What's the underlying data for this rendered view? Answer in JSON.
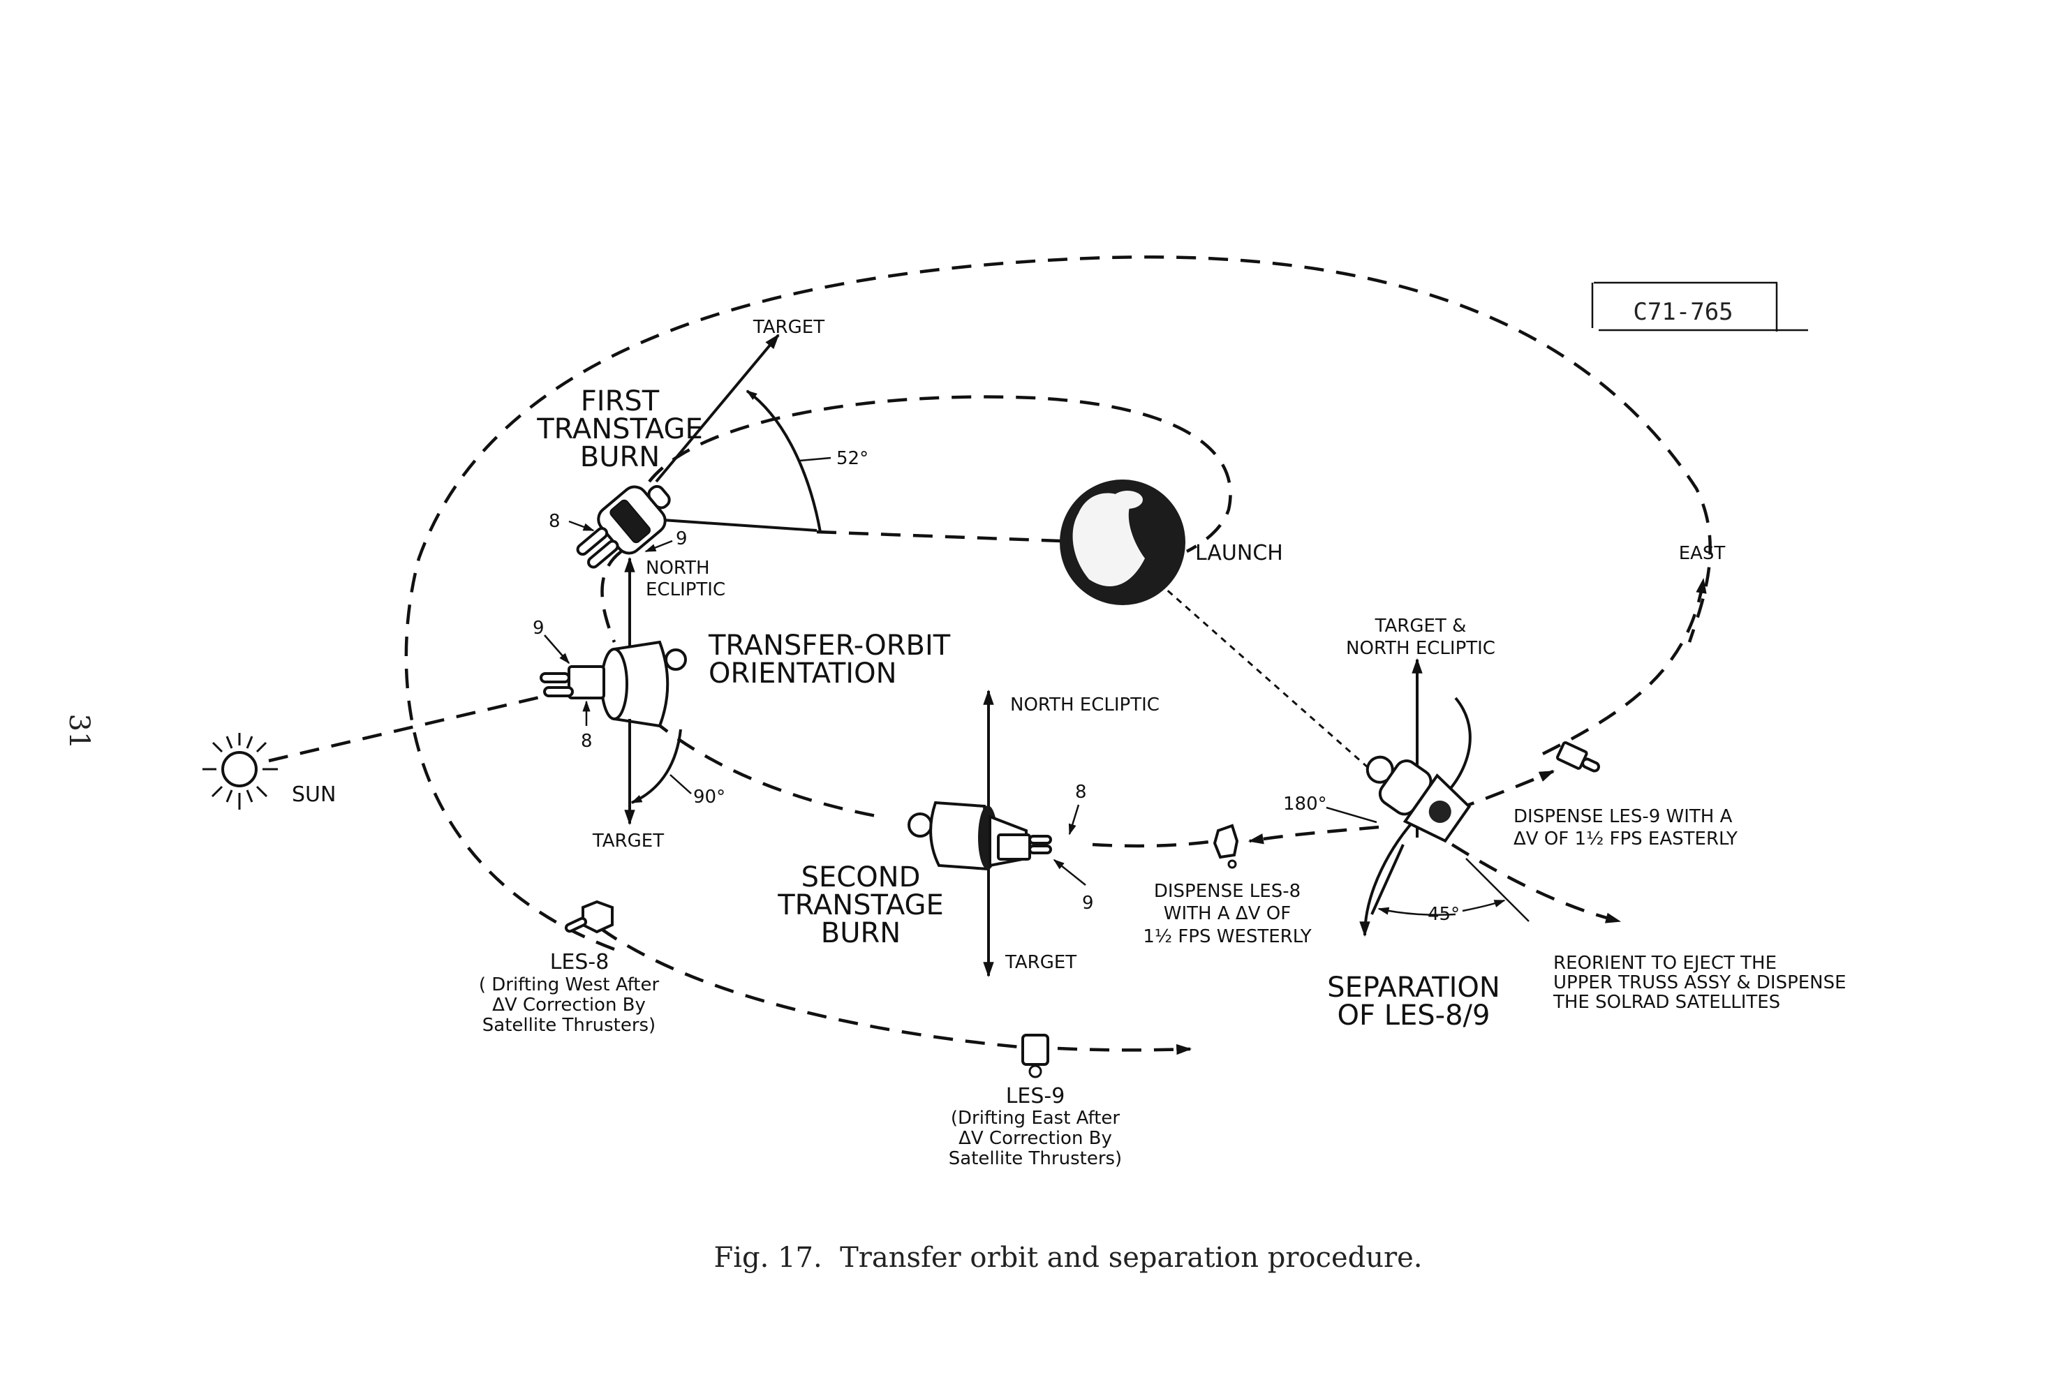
{
  "page": {
    "page_number": "31",
    "drawing_id": "C71-765",
    "caption": "Fig. 17.  Transfer orbit and separation procedure."
  },
  "bodies": {
    "sun": "SUN",
    "earth_launch": "LAUNCH"
  },
  "stages": {
    "first_burn": [
      "FIRST",
      "TRANSTAGE",
      "BURN"
    ],
    "first_burn_target": "TARGET",
    "first_burn_angle": "52°",
    "first_burn_north": [
      "NORTH",
      "ECLIPTIC"
    ],
    "first_burn_sat_8": "8",
    "first_burn_sat_9": "9",
    "transfer_orientation": [
      "TRANSFER-ORBIT",
      "ORIENTATION"
    ],
    "transfer_sat_9": "9",
    "transfer_sat_8": "8",
    "transfer_target": "TARGET",
    "transfer_angle": "90°",
    "second_burn": [
      "SECOND",
      "TRANSTAGE",
      "BURN"
    ],
    "second_burn_north": "NORTH ECLIPTIC",
    "second_burn_target": "TARGET",
    "second_burn_sat_8": "8",
    "second_burn_sat_9": "9",
    "separation": [
      "SEPARATION",
      "OF LES-8/9"
    ],
    "separation_axis": [
      "TARGET &",
      "NORTH ECLIPTIC"
    ],
    "separation_angle_180": "180°",
    "separation_angle_45": "45°",
    "east": "EAST"
  },
  "annotations": {
    "dispense_les8": [
      "DISPENSE LES-8",
      "WITH A ΔV OF",
      "1½ FPS WESTERLY"
    ],
    "dispense_les9": [
      "DISPENSE LES-9 WITH A",
      "ΔV OF 1½ FPS EASTERLY"
    ],
    "reorient": [
      "REORIENT TO EJECT THE",
      "UPPER TRUSS ASSY & DISPENSE",
      "THE SOLRAD SATELLITES"
    ],
    "les8_drift": [
      "LES-8",
      "( Drifting West After",
      "ΔV Correction By",
      "Satellite Thrusters)"
    ],
    "les9_drift": [
      "LES-9",
      "(Drifting East After",
      "ΔV Correction By",
      "Satellite Thrusters)"
    ]
  }
}
